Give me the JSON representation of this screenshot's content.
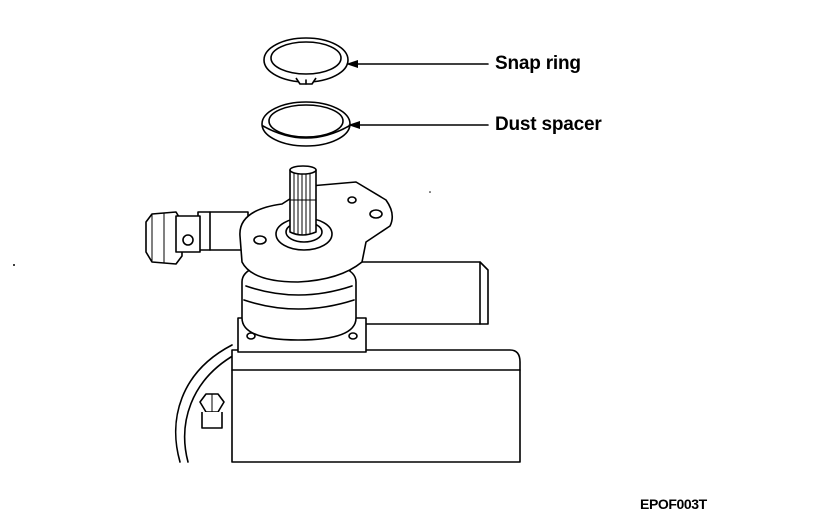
{
  "callouts": [
    {
      "label": "Snap ring"
    },
    {
      "label": "Dust spacer"
    }
  ],
  "figure_code": "EPOF003T"
}
